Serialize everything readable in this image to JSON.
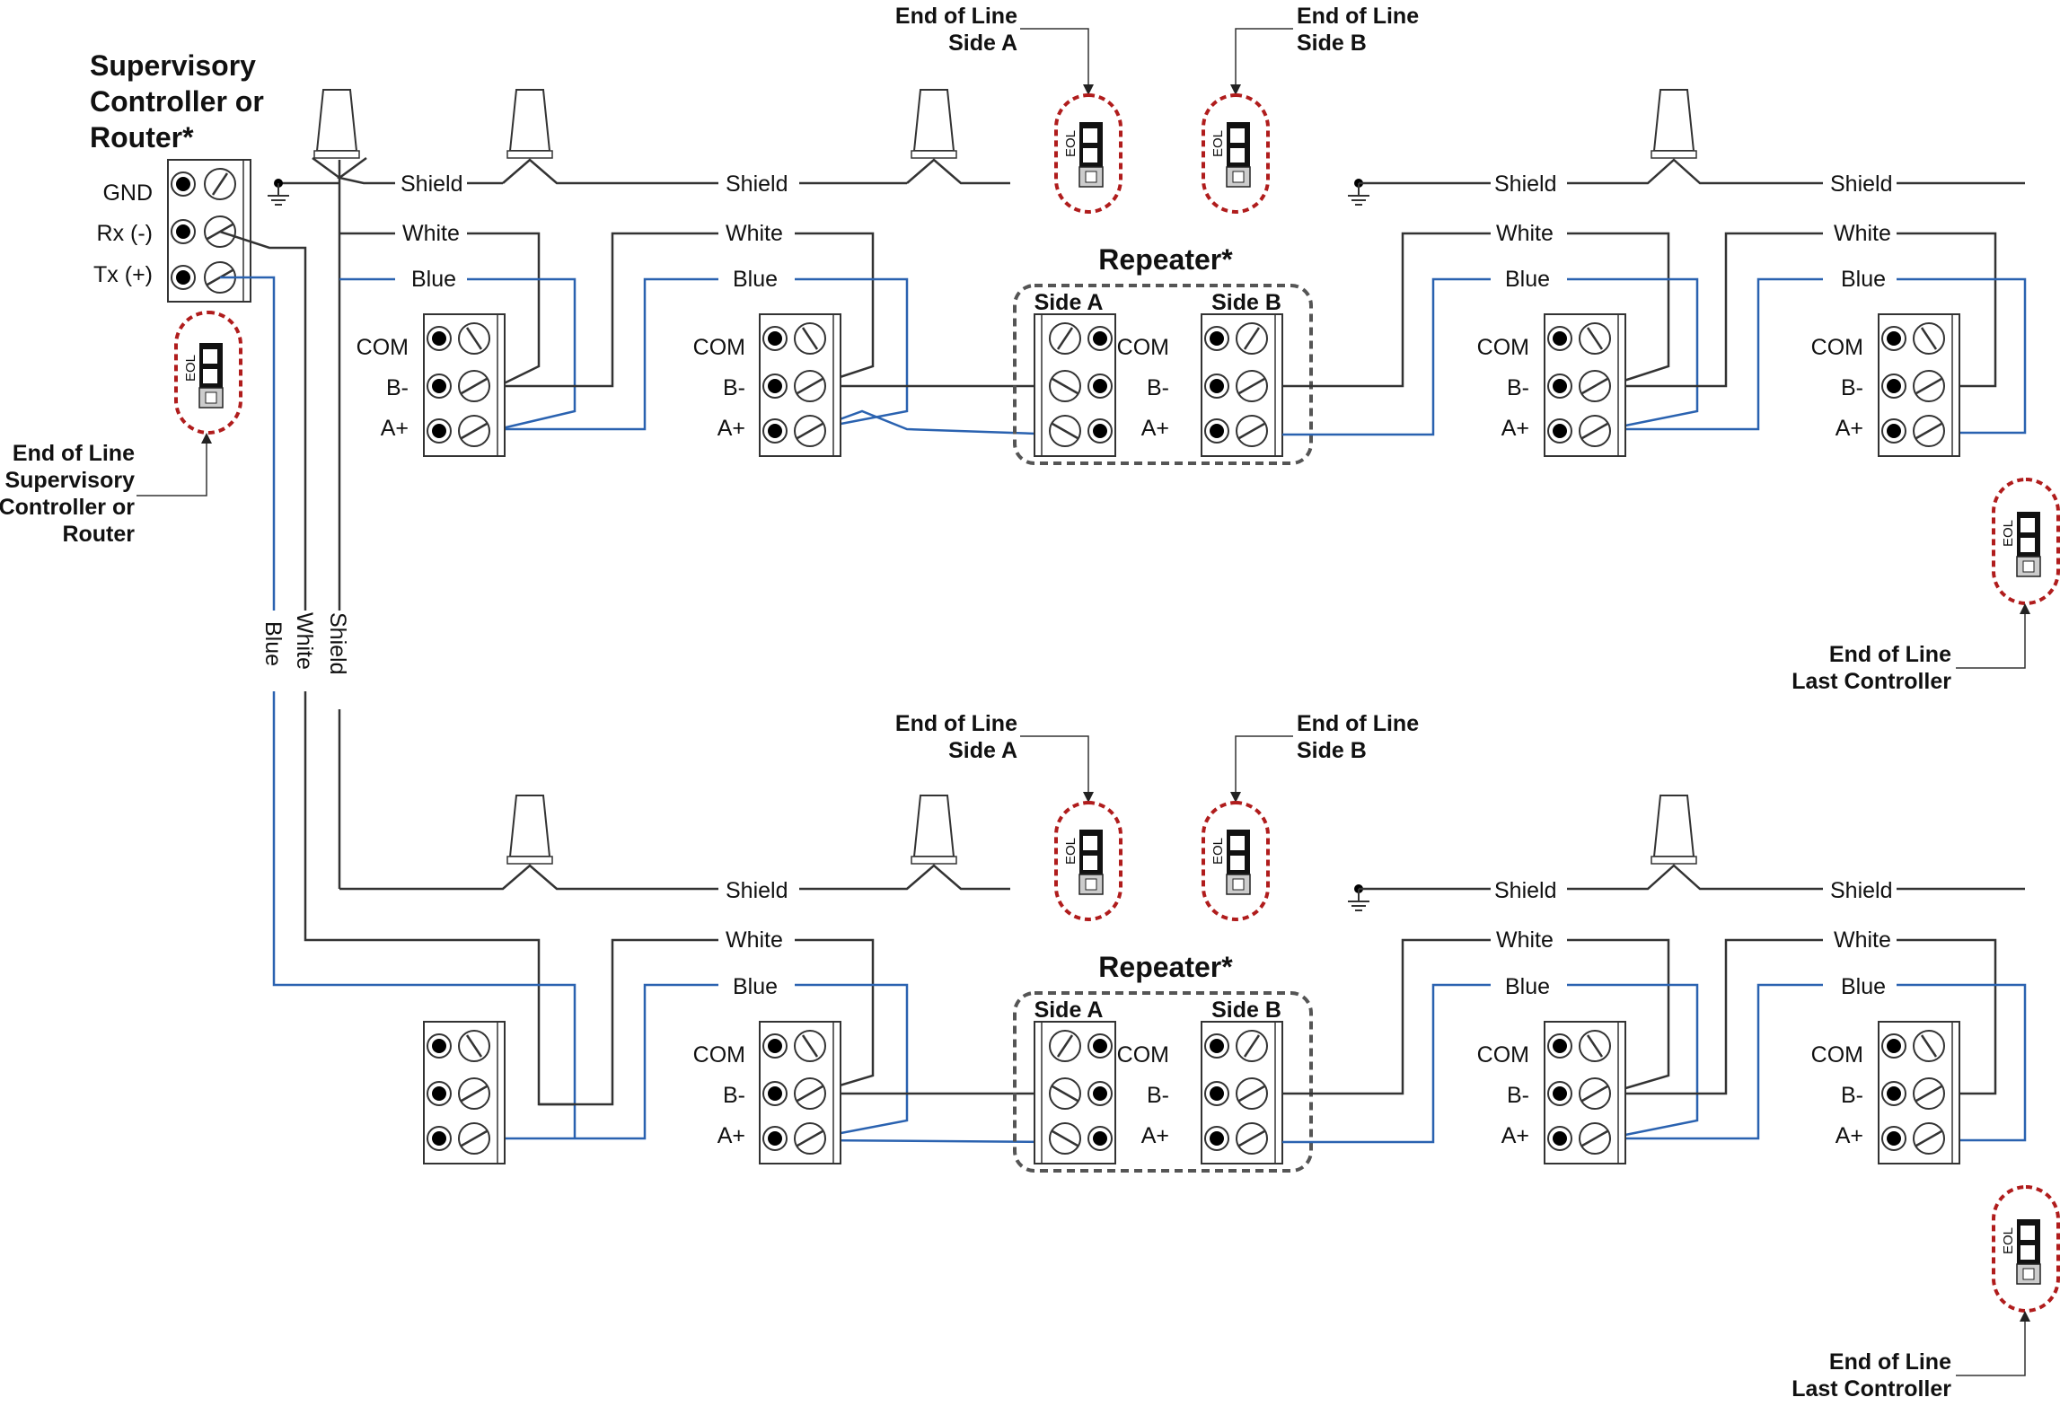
{
  "controller": {
    "title_lines": [
      "Supervisory",
      "Controller or",
      "Router*"
    ],
    "terminals": [
      "GND",
      "Rx (-)",
      "Tx (+)"
    ],
    "eol_note_lines": [
      "End of Line",
      "Supervisory",
      "Controller or",
      "Router"
    ]
  },
  "wires": {
    "shield": "Shield",
    "white": "White",
    "blue": "Blue"
  },
  "terminal_labels": {
    "com": "COM",
    "b": "B-",
    "a": "A+"
  },
  "repeater": {
    "title": "Repeater*",
    "side_a": "Side A",
    "side_b": "Side B"
  },
  "eol": {
    "jumper": "EOL",
    "side_a_lines": [
      "End of Line",
      "Side A"
    ],
    "side_b_lines": [
      "End of Line",
      "Side B"
    ],
    "last_lines": [
      "End of Line",
      "Last Controller"
    ]
  },
  "colors": {
    "blue_wire": "#2a62b0",
    "white_wire": "#333333",
    "eol_ring": "#b01c1c",
    "repeater_border": "#555555"
  }
}
